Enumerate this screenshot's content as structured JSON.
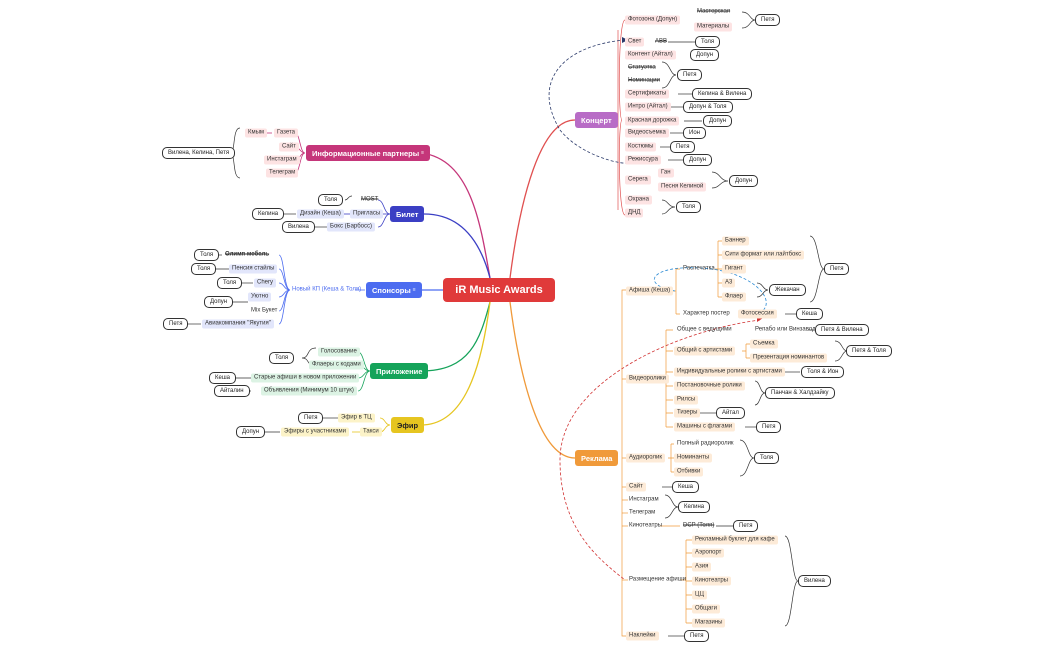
{
  "central": "iR Music Awards",
  "branches": {
    "info": "Информационные партнеры",
    "ticket": "Билет",
    "sponsors": "Спонсоры",
    "app": "Приложение",
    "air": "Эфир",
    "concert": "Концерт",
    "ads": "Реклама"
  },
  "info_items": [
    "Кмым",
    "Газета",
    "Сайт",
    "Инстаграм",
    "Телеграм"
  ],
  "info_owner": "Вилена, Келина, Петя",
  "ticket_items": [
    "MOST",
    "Пригласы",
    "Дизайн (Кеша)",
    "Бокс (Барбосс)"
  ],
  "ticket_owners": [
    "Толя",
    "Келина",
    "Вилена"
  ],
  "sponsors_items": [
    "Новый КП (Кеша & Толя)",
    "Олимп мебель",
    "Пенсия стайлы",
    "Chery",
    "Уютно",
    "Mix Букет",
    "Авиакомпания \"Якутия\""
  ],
  "sponsors_owners": [
    "Толя",
    "Толя",
    "Толя",
    "Допун",
    "Петя"
  ],
  "app_items": [
    "Голосование",
    "Флаеры с кодами",
    "Старые афиши в новом приложении",
    "Объявления (Минимум 10 штук)"
  ],
  "app_owners": [
    "Толя",
    "Кеша",
    "Айталин"
  ],
  "air_items": [
    "Эфир в ТЦ",
    "Такси",
    "Эфиры с участниками"
  ],
  "air_owners": [
    "Петя",
    "Допун"
  ],
  "concert_items": [
    "Фотозона (Допун)",
    "Мастерская",
    "Материалы",
    "Свет",
    "ABB",
    "Контент (Айтал)",
    "Статуэтка",
    "Номинации",
    "Сертификаты",
    "Интро (Айтал)",
    "Красная дорожка",
    "Видеосъемка",
    "Костюмы",
    "Режиссура",
    "Серега",
    "Ган",
    "Песня Келиной",
    "Охрана",
    "ДНД"
  ],
  "concert_owners": [
    "Петя",
    "Толя",
    "Допун",
    "Петя",
    "Келина & Вилена",
    "Допун & Толя",
    "Допун",
    "Ион",
    "Петя",
    "Допун",
    "Допун",
    "Толя"
  ],
  "ads_items": [
    "Афиша (Кеша)",
    "Распечатка",
    "Баннер",
    "Сити формат или лайтбокс",
    "Гигант",
    "А3",
    "Флаер",
    "Характер постер",
    "Фотосессия",
    "Общее с ведущими",
    "Репабо или Винзавод",
    "Общий с артистами",
    "Съемка",
    "Презентация номинантов",
    "Видеоролики",
    "Индивидуальные ролики с артистами",
    "Постановочные ролики",
    "Рилсы",
    "Тизеры",
    "Машины с флагами",
    "Аудиоролик",
    "Полный радиоролик",
    "Номинанты",
    "Отбивки",
    "Сайт",
    "Инстаграм",
    "Телеграм",
    "Кинотеатры",
    "DCP (Толя)",
    "Размещение афиши",
    "Рекламный буклет для кафе",
    "Аэропорт",
    "Азия",
    "Кинотеатры",
    "ЦЦ",
    "Общаги",
    "Магазины",
    "Наклейки"
  ],
  "ads_owners": [
    "Петя",
    "Жекачан",
    "Кеша",
    "Петя & Вилена",
    "Петя & Толя",
    "Толя & Ион",
    "Панчан & Халдзайку",
    "Айтал",
    "Петя",
    "Толя",
    "Кеша",
    "Келина",
    "Петя",
    "Вилена",
    "Петя"
  ],
  "colors": {
    "info": "#c5367a",
    "ticket": "#3b3fc4",
    "sponsors": "#4c6cf0",
    "app": "#15a35a",
    "air": "#e6c520",
    "concert": "#b86cc6",
    "ads": "#f09a3a",
    "central": "#e03a3a"
  }
}
